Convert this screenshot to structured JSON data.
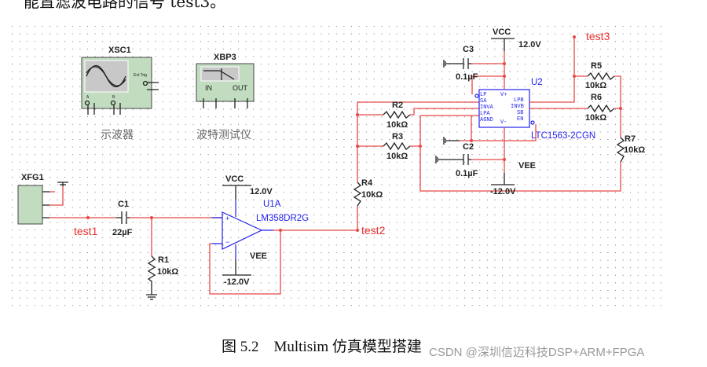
{
  "document": {
    "top_text": "能置滤波电路的信号 test3。",
    "caption": "图 5.2　Multisim 仿真模型搭建",
    "watermark": "CSDN @深圳信迈科技DSP+ARM+FPGA"
  },
  "instruments": {
    "oscilloscope": {
      "ref": "XSC1",
      "caption": "示波器",
      "ext_trig": "Ext Trig",
      "ch_a": "A",
      "ch_b": "B"
    },
    "bode_plotter": {
      "ref": "XBP3",
      "caption": "波特测试仪",
      "in": "IN",
      "out": "OUT"
    },
    "function_generator": {
      "ref": "XFG1"
    }
  },
  "components": {
    "C1": {
      "ref": "C1",
      "value": "22µF"
    },
    "R1": {
      "ref": "R1",
      "value": "10kΩ"
    },
    "U1A": {
      "ref": "U1A",
      "part": "LM358DR2G",
      "vcc": "VCC",
      "vcc_value": "12.0V",
      "vee": "VEE",
      "vee_value": "-12.0V"
    },
    "R2": {
      "ref": "R2",
      "value": "10kΩ"
    },
    "R3": {
      "ref": "R3",
      "value": "10kΩ"
    },
    "R4": {
      "ref": "R4",
      "value": "10kΩ"
    },
    "R5": {
      "ref": "R5",
      "value": "10kΩ"
    },
    "R6": {
      "ref": "R6",
      "value": "10kΩ"
    },
    "R7": {
      "ref": "R7",
      "value": "10kΩ"
    },
    "C2": {
      "ref": "C2",
      "value": "0.1µF"
    },
    "C3": {
      "ref": "C3",
      "value": "0.1µF"
    },
    "U2": {
      "ref": "U2",
      "part": "LTC1563-2CGN",
      "vcc": "VCC",
      "vcc_value": "12.0V",
      "vee": "VEE",
      "vee_value": "-12.0V",
      "pins_left": [
        "LP",
        "SA",
        "INVA",
        "LPA",
        "AGND"
      ],
      "pins_right": [
        "LPB",
        "INVB",
        "SB",
        "EN"
      ],
      "vplus": "V+",
      "vminus": "V-"
    }
  },
  "probes": {
    "test1": "test1",
    "test2": "test2",
    "test3": "test3"
  },
  "colors": {
    "wire": "#e84848",
    "component": "#222222",
    "part_label": "#2222ee",
    "probe": "#e53030",
    "instrument_body": "#c2dcc0"
  }
}
